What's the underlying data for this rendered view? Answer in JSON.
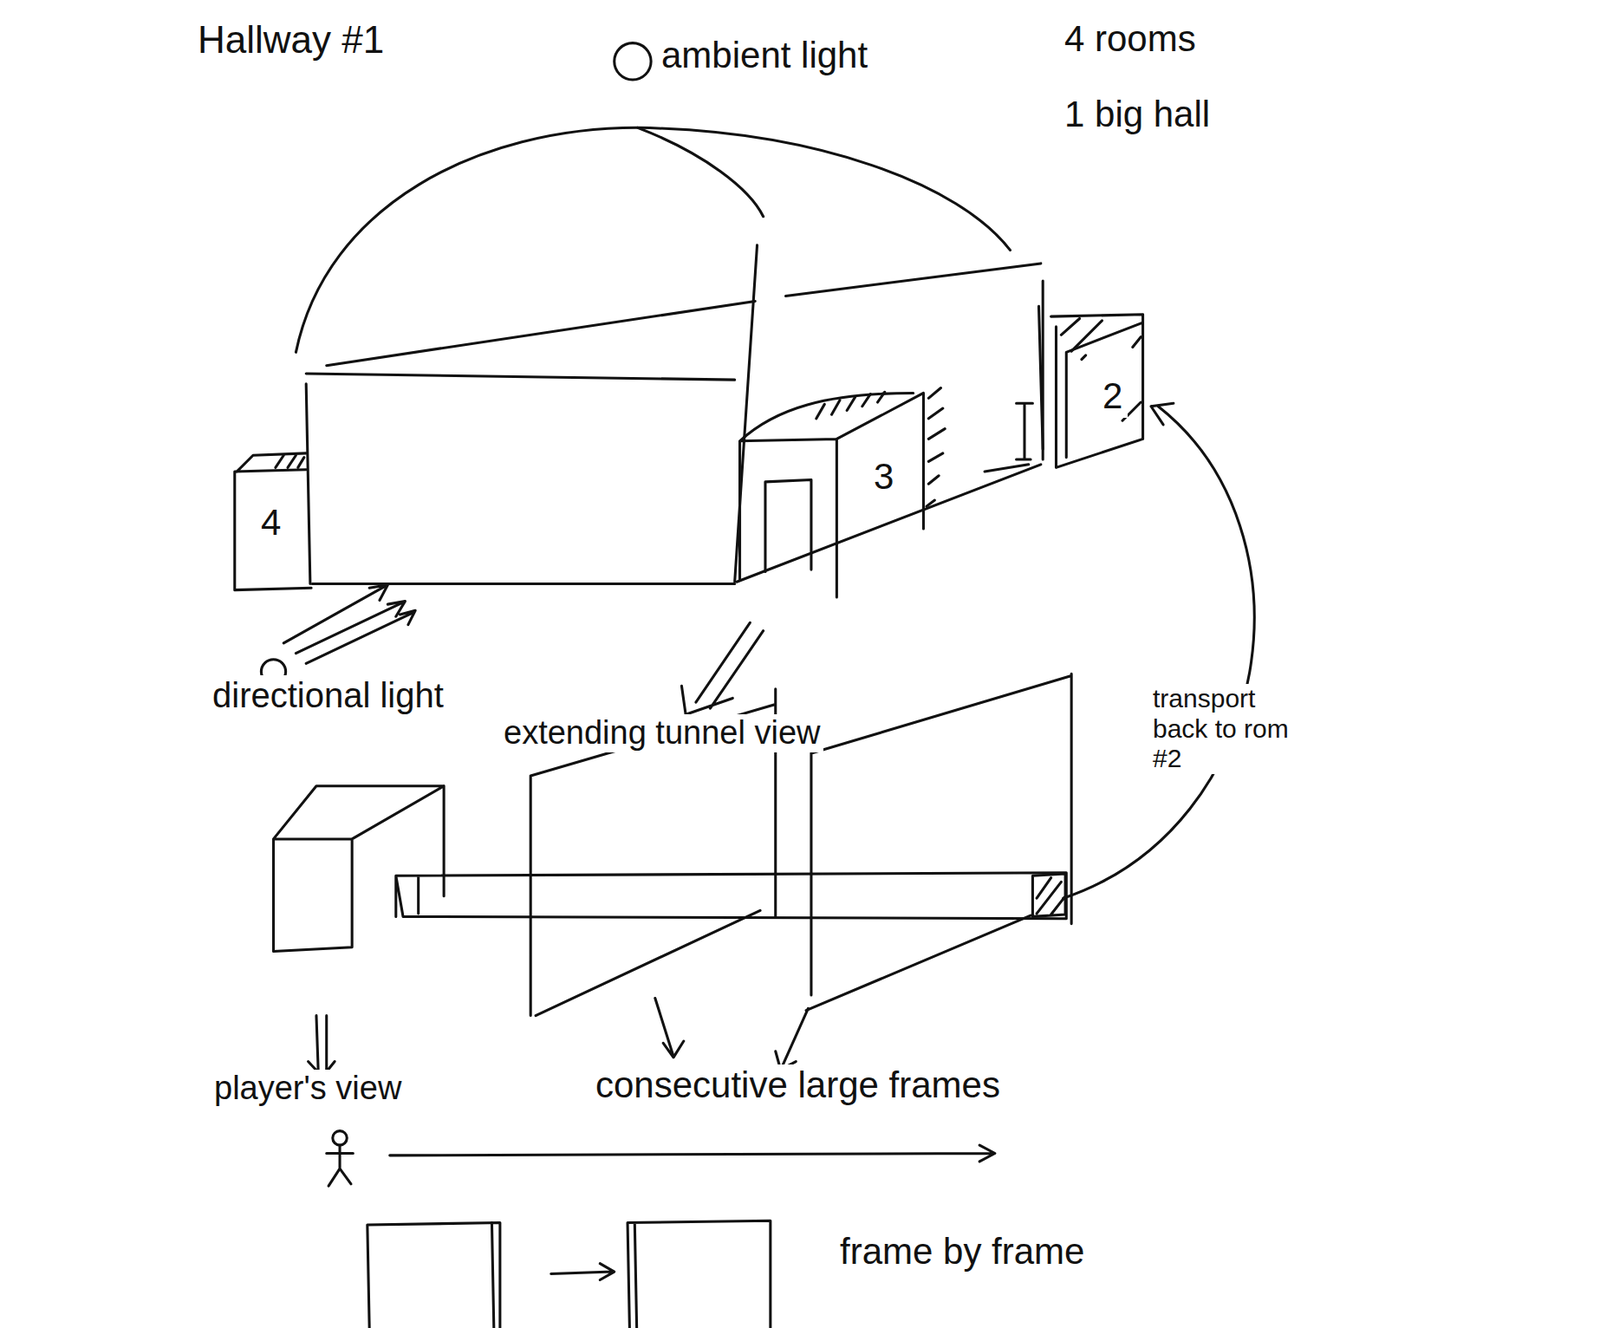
{
  "diagram": {
    "title": "Hallway #1",
    "nodes": [
      {
        "text": [
          "4"
        ]
      },
      {
        "text": [
          "3"
        ]
      },
      {
        "text": [
          "2"
        ]
      }
    ],
    "labels": [
      "ambient light",
      "4 rooms",
      "1 big hall",
      "directional light",
      "extending tunnel view",
      "transport back to rom #2",
      "player's view",
      "consecutive large frames",
      "frame by frame"
    ]
  }
}
